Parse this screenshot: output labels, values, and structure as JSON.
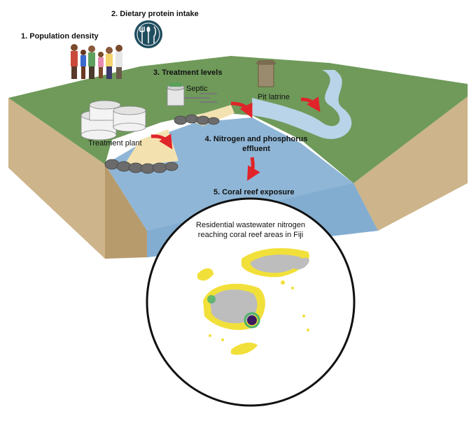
{
  "labels": {
    "population_density": "1. Population density",
    "dietary_protein": "2. Dietary protein intake",
    "treatment_levels": "3. Treatment levels",
    "septic": "Septic",
    "pit_latrine": "Pit latrine",
    "treatment_plant": "Treatment plant",
    "nutrient_effluent_line1": "4. Nitrogen and phosphorus",
    "nutrient_effluent_line2": "effluent",
    "coral_reef_exposure": "5. Coral reef exposure",
    "inset_title_line1": "Residential wastewater nitrogen",
    "inset_title_line2": "reaching coral reef areas in Fiji"
  },
  "icons": {
    "dietary": "fork-spoon-knife-icon",
    "flow": "red-arrow-icon"
  },
  "colors": {
    "land_green": "#6f9a5a",
    "cliff_tan": "#cdb48a",
    "water_blue": "#8fb6d6",
    "river_blue": "#b9d3e8",
    "arrow_red": "#e0242a",
    "icon_teal": "#1f4d5e",
    "island_gray": "#bdbdbd",
    "reef_yellow": "#f2e03a",
    "hotspot_purple": "#3b1a5e",
    "hotspot_green": "#4fb36b"
  }
}
